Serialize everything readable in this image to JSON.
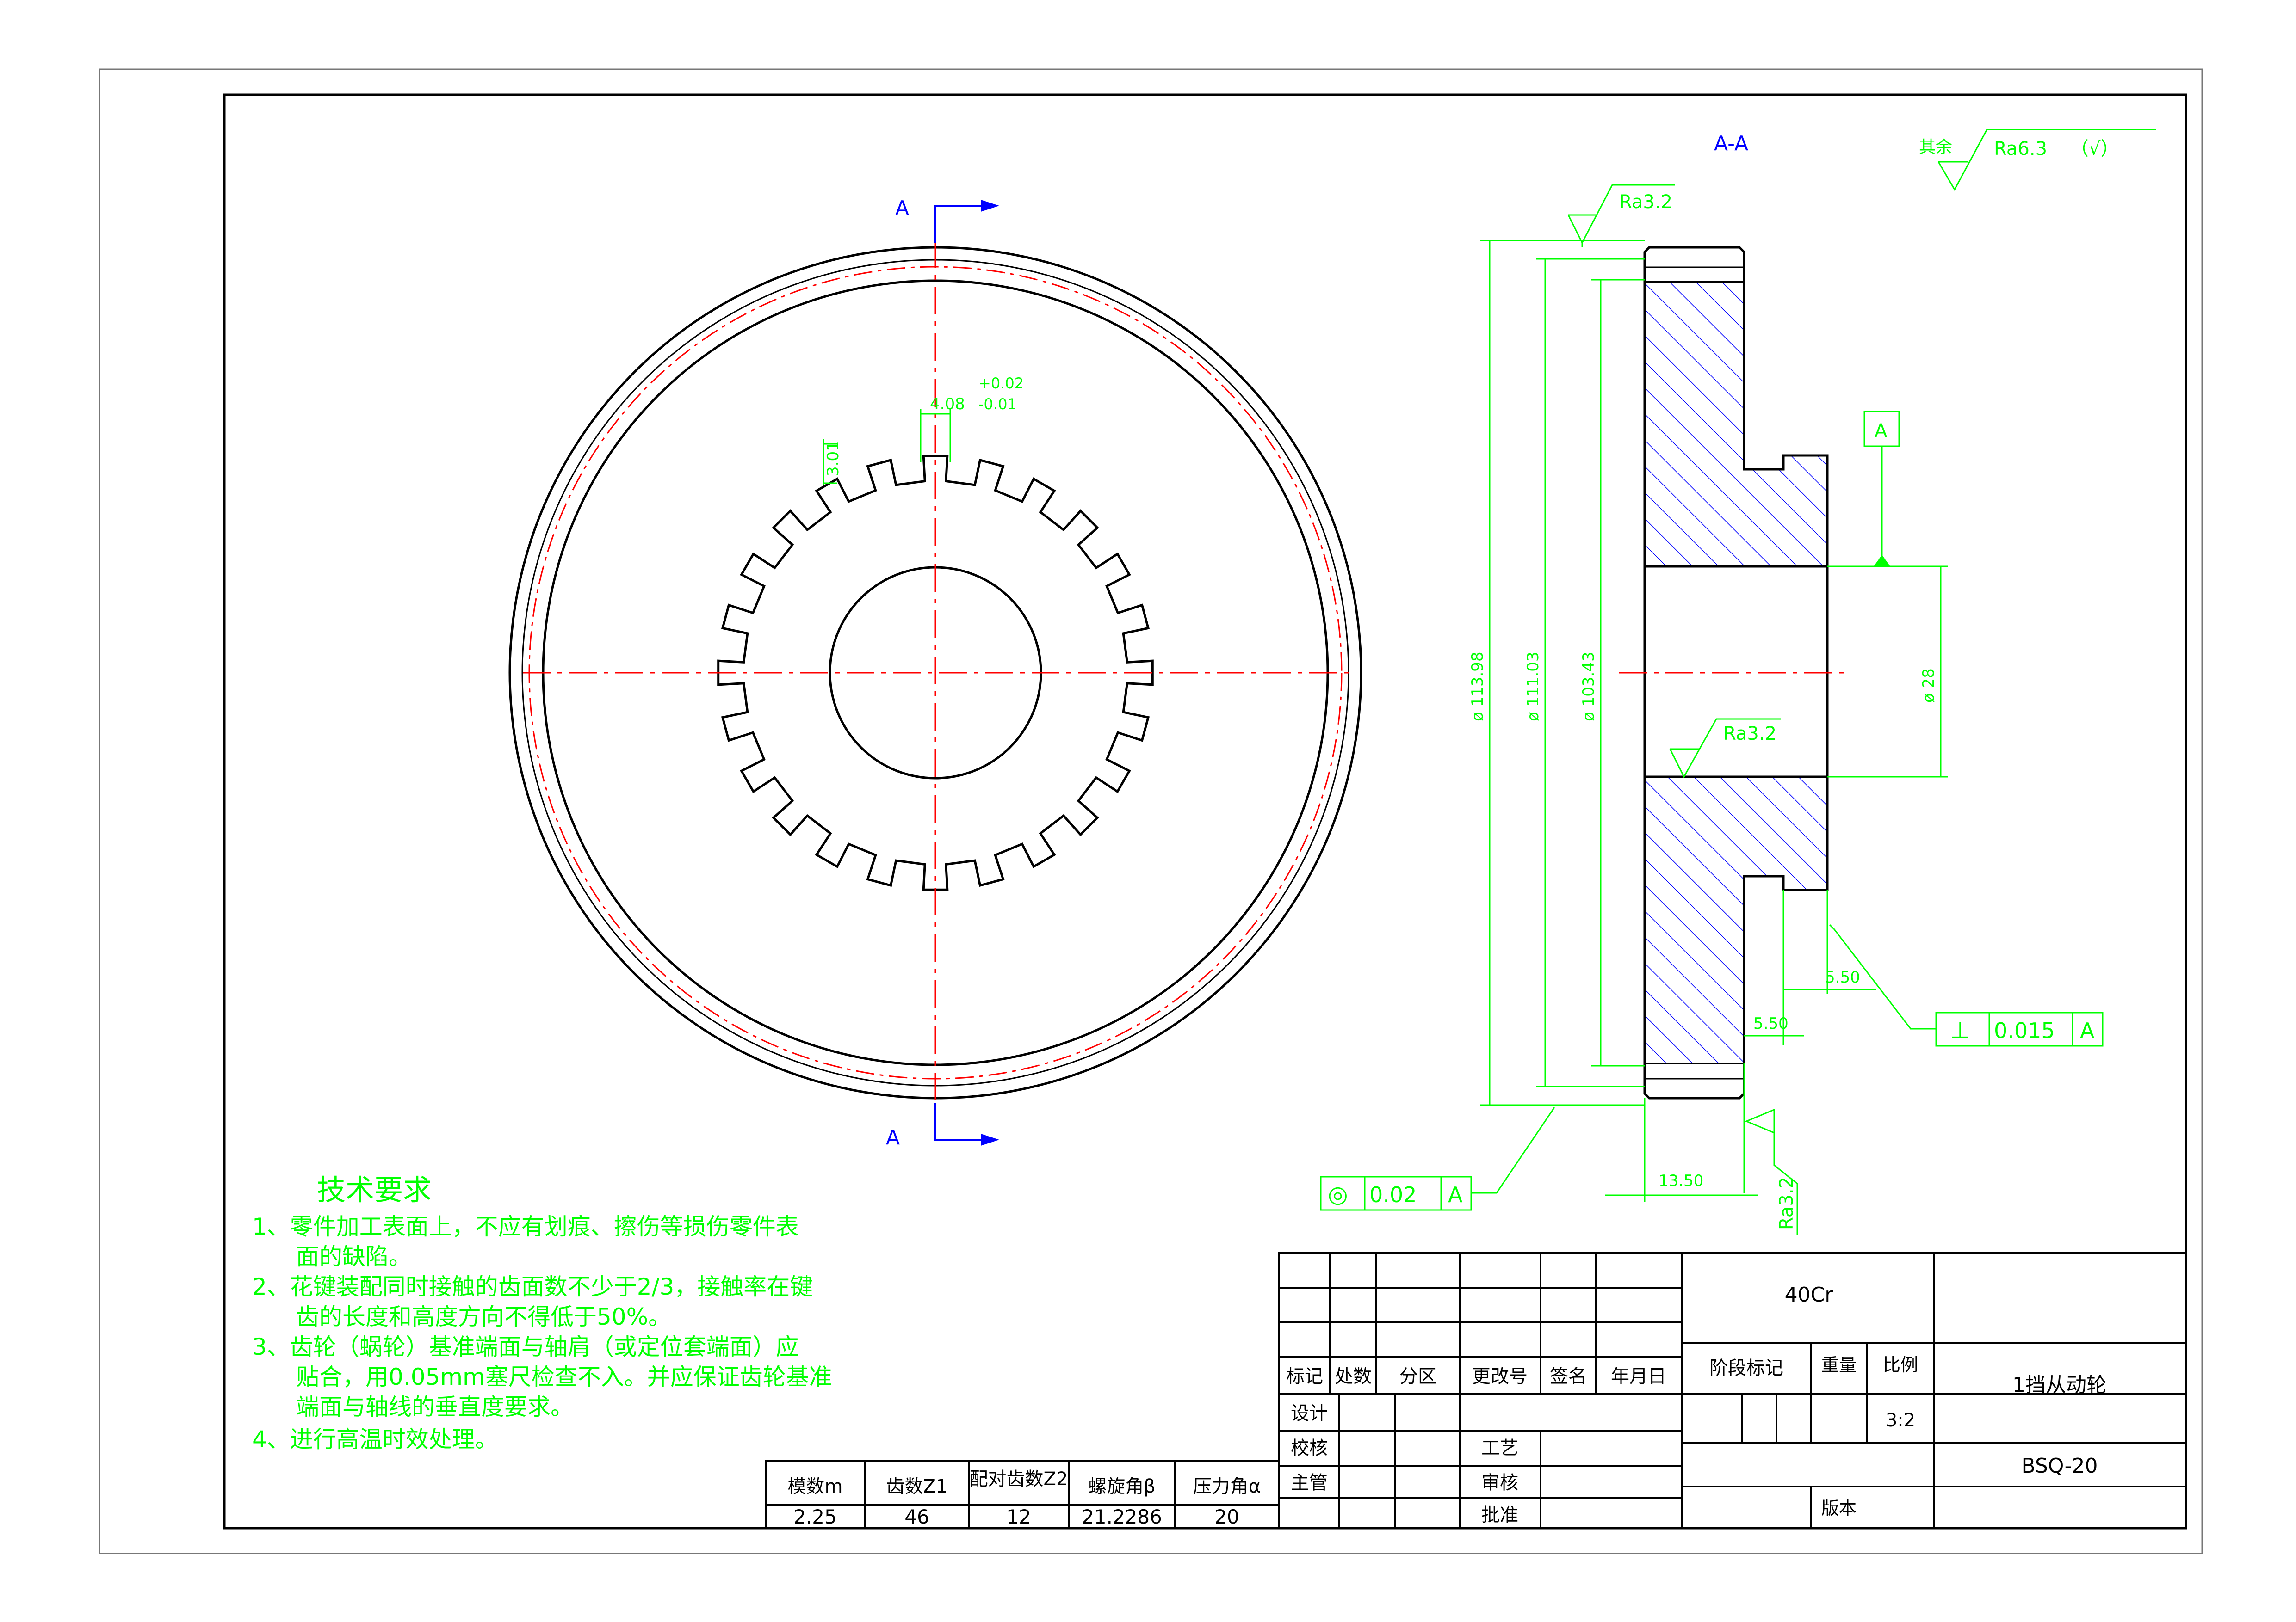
{
  "colors": {
    "frame": "#000000",
    "annotation": "#00ff00",
    "centerline": "#ff0000",
    "hatch": "#0000ff",
    "section_mark": "#0000ff"
  },
  "section": {
    "mark": "A",
    "title": "A-A"
  },
  "surface": {
    "general_prefix": "其余",
    "general_value": "Ra6.3",
    "general_suffix": "（√）",
    "ra_top": "Ra3.2",
    "ra_bore": "Ra3.2",
    "ra_bottom": "Ra3.2"
  },
  "dimensions": {
    "d_outer": "ø 113.98",
    "d_pitch": "ø 111.03",
    "d_root": "ø 103.43",
    "d_bore": "ø 28",
    "hub_step_1": "5.50",
    "hub_step_2": "5.50",
    "width": "13.50",
    "spline_width": "4.08",
    "spline_tol_upper": "+0.02",
    "spline_tol_lower": "-0.01",
    "spline_depth": "3.01"
  },
  "datum": {
    "label": "A",
    "perp_symbol": "⊥",
    "perp_value": "0.015",
    "perp_datum": "A",
    "conc_symbol": "◎",
    "conc_value": "0.02",
    "conc_datum": "A"
  },
  "requirements": {
    "title": "技术要求",
    "lines": [
      "1、零件加工表面上，不应有划痕、擦伤等损伤零件表",
      "面的缺陷。",
      "2、花键装配同时接触的齿面数不少于2/3，接触率在键",
      "齿的长度和高度方向不得低于50%。",
      "3、齿轮（蜗轮）基准端面与轴肩（或定位套端面）应",
      "贴合，用0.05mm塞尺检查不入。并应保证齿轮基准",
      "端面与轴线的垂直度要求。",
      "4、进行高温时效处理。"
    ]
  },
  "gear_table": {
    "headers": [
      "模数m",
      "齿数Z1",
      "配对齿数Z2",
      "螺旋角β",
      "压力角α"
    ],
    "values": [
      "2.25",
      "46",
      "12",
      "21.2286",
      "20"
    ]
  },
  "title_block": {
    "material": "40Cr",
    "part_name": "1挡从动轮",
    "drawing_no": "BSQ-20",
    "scale_label": "比例",
    "scale_value": "3:2",
    "weight_label": "重量",
    "stage_label": "阶段标记",
    "version_label": "版本",
    "rev_headers": [
      "标记",
      "处数",
      "分区",
      "更改号",
      "签名",
      "年月日"
    ],
    "design": "设计",
    "check": "校核",
    "manage": "主管",
    "craft": "工艺",
    "review": "审核",
    "approve": "批准"
  }
}
